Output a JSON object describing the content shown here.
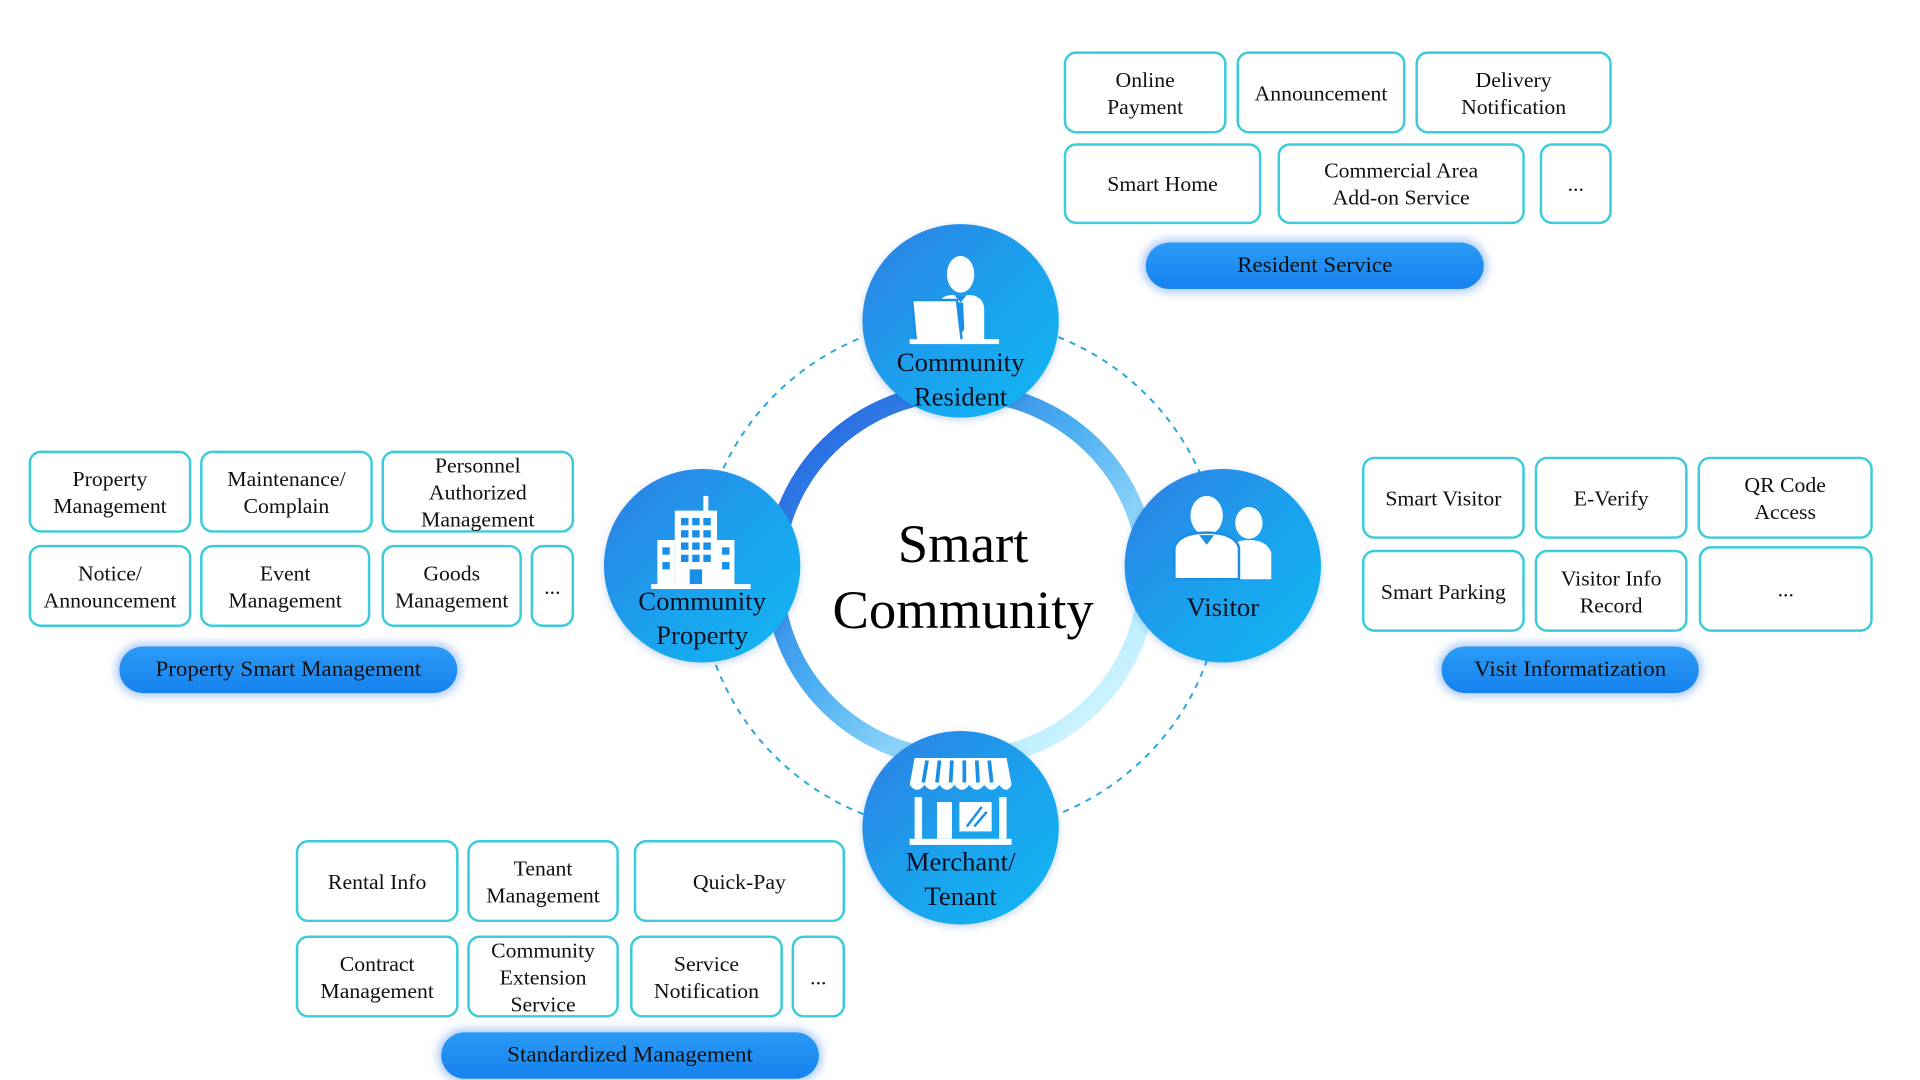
{
  "center_title": "Smart\nCommunity",
  "nodes": {
    "resident": "Community\nResident",
    "property": "Community\nProperty",
    "visitor": "Visitor",
    "merchant": "Merchant/\nTenant"
  },
  "groups": {
    "resident_service": {
      "title": "Resident Service",
      "items": [
        "Online\nPayment",
        "Announcement",
        "Delivery\nNotification",
        "Smart Home",
        "Commercial Area\nAdd-on Service",
        "..."
      ]
    },
    "property_management": {
      "title": "Property Smart Management",
      "items": [
        "Property\nManagement",
        "Maintenance/\nComplain",
        "Personnel\nAuthorized\nManagement",
        "Notice/\nAnnouncement",
        "Event\nManagement",
        "Goods\nManagement",
        "..."
      ]
    },
    "visit_informatization": {
      "title": "Visit Informatization",
      "items": [
        "Smart Visitor",
        "E-Verify",
        "QR Code\nAccess",
        "Smart Parking",
        "Visitor Info\nRecord",
        "..."
      ]
    },
    "standardized_management": {
      "title": "Standardized Management",
      "items": [
        "Rental Info",
        "Tenant\nManagement",
        "Quick-Pay",
        "Contract\nManagement",
        "Community\nExtension\nService",
        "Service\nNotification",
        "..."
      ]
    }
  },
  "colors": {
    "box_border": "#3ccbd8",
    "pill": "#1682ef",
    "node": "#1aa3ee",
    "ring_dark": "#1c5fe0",
    "ring_light": "#d8f6ff",
    "dashed": "#2aa6de"
  }
}
